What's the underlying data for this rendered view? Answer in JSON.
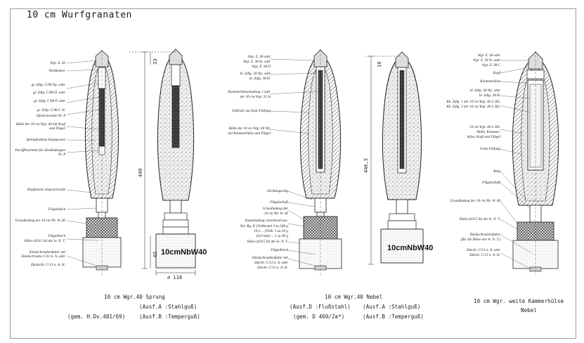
{
  "title": "10 cm Wurfgranaten",
  "fig1": {
    "labels": [
      "Wgr. Z. 36",
      "Verdämmer",
      "gr. Zdlg. C/98 Np. oder",
      "gr. Zdlg. C/98 H. oder",
      "gr. Zdlg. C/98 P. oder",
      "gr. Zdlg. C/98 F. H.",
      "Zündschraube Nr. 8",
      "Hülle der 10 cm Wgr. 40 mit Kopf und Flügel",
      "Sprengladung eingegossen",
      "Paraffinscheibe für Zündladungen Nr. 8",
      "Kopfansatz eingeschraubt",
      "Flügelstück",
      "Grundladung der 10 cm Nb. W. 40",
      "Flügelblock",
      "Hülse (6315 St) der le. N. T.",
      "Zündschraubenfutter mit Zündschraube C/13 n. A. oder",
      "Zündschr. C/13 n. A. St."
    ]
  },
  "fig2": {
    "stamp": "10cmNbW40",
    "dim_height": "449",
    "dim_top": "33",
    "dim_bottom": "65",
    "dim_width": "⌀ 118"
  },
  "fig3": {
    "labels_top": [
      "Wgr. Z. 38 oder",
      "Wgr. Z. 38 St. oder",
      "Wgr. Z. 38 O",
      "bl. Zdlg. 38 Np. oder",
      "bl. Zdlg. 38 H.",
      "Kammerhülsenladung 1 oder",
      "der 10 cm Wgr. 35 St",
      "Füllrohr aus feste Füllung",
      "Hülle der 10 cm Wgr. 40 Nb.",
      "mit Kammerhülse und Flügel"
    ],
    "labels_bottom": [
      "Dichtungsring",
      "Flügelschaft",
      "Grundladung der",
      "10 cm Nb. W. 40",
      "Zusatzladung, bestehend aus:",
      "Nzl. Bg. P.  (Vollbeutel 3 zu 500 g",
      "10,3 ... (Teilb. 5 zu 50 g",
      "(0,6 Salz) ... 1 zu 40 g",
      "Hülse (6315 St) der le. N. T.",
      "Flügelblock",
      "Zündschraubenfutter mit",
      "Zdschr. C/13 n. A. oder",
      "Zdschr. C/13 n. A. St."
    ]
  },
  "fig4": {
    "stamp": "10cmNbW40",
    "dim_height": "446,5",
    "dim_top": "10"
  },
  "fig5": {
    "labels_top": [
      "Wgr. Z. 38 oder",
      "Wgr. Z. 38 St. oder",
      "Wgr. Z. 38 C",
      "Kopf",
      "Kammerhülse",
      "bl. Zdlg. 38 Np. oder",
      "bl. Zdlg. 38 H.",
      "Kh. Zdlg. 1 der 10 cm Wgr. 40 n. Kh.",
      "Kh. Zdlg. 2 der 10 cm Wgr. 40 n. Kh.",
      "10 cm Wgr. 40 n. Kh.",
      "Hülle, Kammer-",
      "hülse, Kopf und Flügel",
      "Feste Füllung"
    ],
    "labels_bottom": [
      "Ring",
      "Flügelschaft",
      "Grundladung der 10 cm Nb. W. 40",
      "Hülse (6315 St) der le. N. T.",
      "Zündschraubenfutter",
      "(für die Hülse der le. N. T.)",
      "Zdschr. C/13 n. A. oder",
      "Zdschr. C/13 n. A. St."
    ]
  },
  "captions": {
    "c1_line1": "10 cm Wgr.40 Sprung",
    "c1_line2": "(Ausf.A :Stahlguß)",
    "c1_line3a": "(gem. H.Dv.481/69)",
    "c1_line3b": "(Ausf.B :Temperguß)",
    "c2_line1": "10 cm Wgr.40 Nebel",
    "c2_line2a": "(Ausf.D :Flußstahl)",
    "c2_line2b": "(Ausf.A :Stahlguß)",
    "c2_line3a": "(gem. D 460/2a*)",
    "c2_line3b": "(Ausf.B :Temperguß)",
    "c3_line1": "10 cm Wgr. weite Kammerhülse",
    "c3_line2": "Nebel"
  }
}
